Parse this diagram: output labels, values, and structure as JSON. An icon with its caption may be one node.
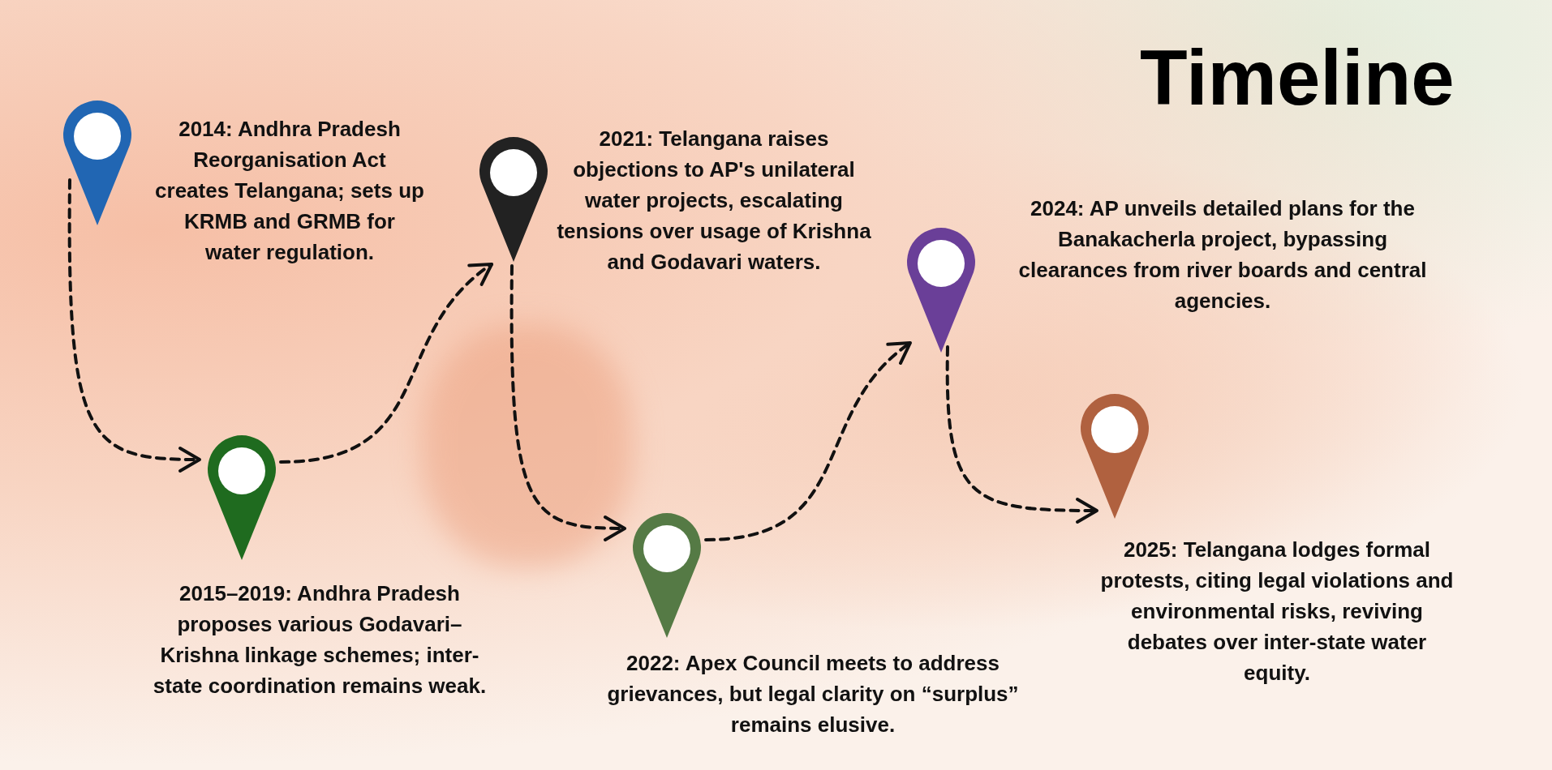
{
  "diagram": {
    "title": "Timeline",
    "nodes": [
      {
        "text": [],
        "shape": "pin",
        "beside": [
          "2014: Andhra Pradesh Reorganisation Act creates Telangana; sets up KRMB and GRMB for water regulation."
        ]
      },
      {
        "text": [],
        "shape": "pin",
        "beside": [
          "2015–2019: Andhra Pradesh proposes various Godavari–Krishna linkage schemes; inter-state coordination remains weak."
        ]
      },
      {
        "text": [],
        "shape": "pin",
        "beside": [
          "2021: Telangana raises objections to AP's unilateral water projects, escalating tensions over usage of Krishna and Godavari waters."
        ]
      },
      {
        "text": [],
        "shape": "pin",
        "beside": [
          "2022: Apex Council meets to address grievances, but legal clarity on “surplus” remains elusive."
        ]
      },
      {
        "text": [],
        "shape": "pin",
        "beside": [
          "2024: AP unveils detailed plans for the Banakacherla project, bypassing clearances from river boards and central agencies."
        ]
      },
      {
        "text": [],
        "shape": "pin",
        "beside": [
          "2025: Telangana lodges formal protests, citing legal violations and environmental risks, reviving debates over inter-state water equity."
        ]
      }
    ],
    "edges": [
      {
        "from": 0,
        "to": 1,
        "arrow": "to",
        "style": "dashed"
      },
      {
        "from": 1,
        "to": 2,
        "arrow": "to",
        "style": "dashed"
      },
      {
        "from": 2,
        "to": 3,
        "arrow": "to",
        "style": "dashed"
      },
      {
        "from": 3,
        "to": 4,
        "arrow": "to",
        "style": "dashed"
      },
      {
        "from": 4,
        "to": 5,
        "arrow": "to",
        "style": "dashed"
      }
    ]
  }
}
